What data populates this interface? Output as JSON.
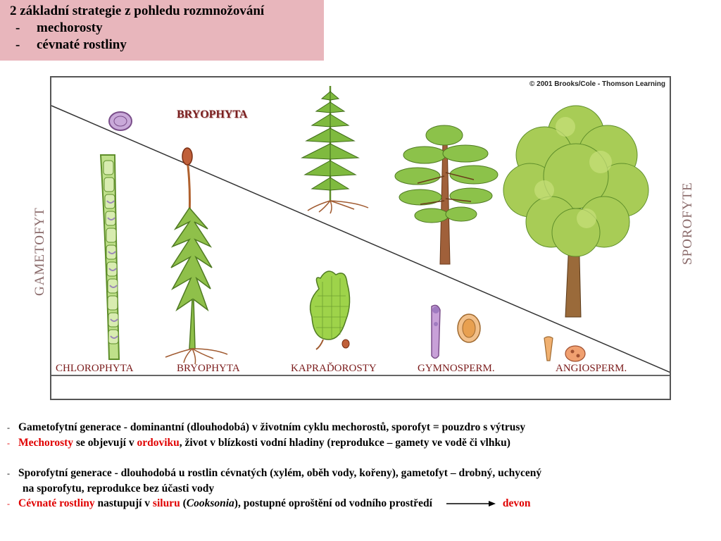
{
  "title": {
    "line1": "2 základní strategie z pohledu rozmnožování",
    "item1": "mechorosty",
    "item2": "cévnaté rostliny",
    "bullet": "-"
  },
  "diagram": {
    "copyright": "© 2001 Brooks/Cole - Thomson Learning",
    "top_label": "BRYOPHYTA",
    "bottom_labels": [
      "CHLOROPHYTA",
      "BRYOPHYTA",
      "KAPRAĎOROSTY",
      "GYMNOSPERM.",
      "ANGIOSPERM."
    ],
    "left_side": "GAMETOFYT",
    "right_side": "SPOROFYTE",
    "icons": [
      "green-alga-filament-icon",
      "moss-icon",
      "fern-icon",
      "pine-tree-icon",
      "deciduous-tree-icon",
      "fern-gametophyte-icon",
      "pollen-icon",
      "ovule-icon"
    ]
  },
  "notes": {
    "dash": "-",
    "l1": "Gametofytní generace - dominantní (dlouhodobá) v životním cyklu mechorostů, sporofyt = pouzdro s výtrusy",
    "l2_a": "Mechorosty",
    "l2_b": " se objevují v ",
    "l2_c": "ordoviku",
    "l2_d": ", život v blízkosti vodní hladiny (reprodukce – gamety ve vodě či vlhku)",
    "l3": "Sporofytní generace - dlouhodobá u rostlin cévnatých (xylém, oběh vody, kořeny), gametofyt – drobný, uchycený",
    "l4": "na sporofytu, reprodukce bez účasti vody",
    "l5_a": "Cévnaté rostliny",
    "l5_b": " nastupují v ",
    "l5_c": "siluru",
    "l5_d": "  (",
    "l5_e": "Cooksonia",
    "l5_f": "), postupné oproštění od vodního prostředí",
    "l5_g": "devon"
  },
  "colors": {
    "title_bg": "#e8b6bc",
    "accent_red": "#e00000",
    "label_dark_red": "#7a1a1a"
  }
}
